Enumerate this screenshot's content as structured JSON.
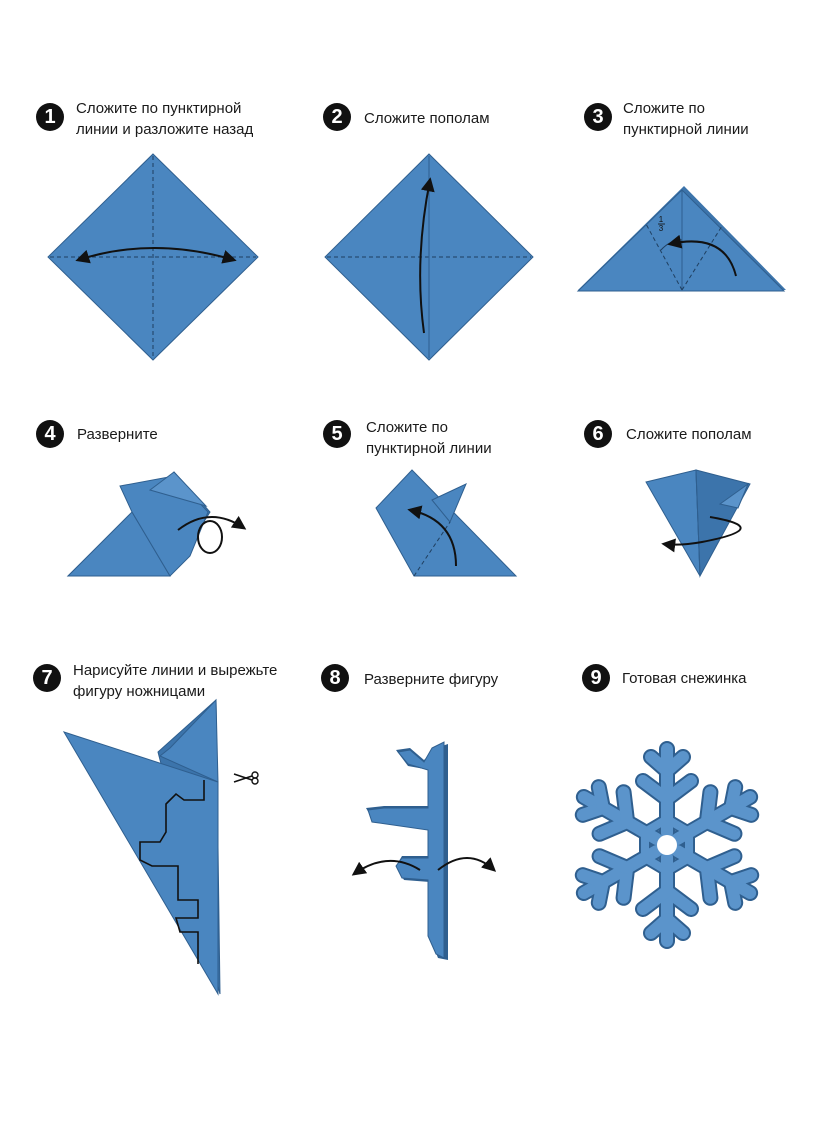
{
  "colors": {
    "paper": "#4a86c0",
    "paper_dark": "#2f5f8f",
    "edge": "#1f3f60",
    "text": "#1a1a1a"
  },
  "steps": [
    {
      "number": "1",
      "line1": "Сложите по пунктирной",
      "line2": "линии и разложите назад"
    },
    {
      "number": "2",
      "line1": "Сложите пополам",
      "line2": ""
    },
    {
      "number": "3",
      "line1": "Сложите по",
      "line2": "пунктирной линии"
    },
    {
      "number": "4",
      "line1": "Разверните",
      "line2": ""
    },
    {
      "number": "5",
      "line1": "Сложите по",
      "line2": "пунктирной линии"
    },
    {
      "number": "6",
      "line1": "Сложите пополам",
      "line2": ""
    },
    {
      "number": "7",
      "line1": "Нарисуйте линии и вырежьте",
      "line2": "фигуру ножницами"
    },
    {
      "number": "8",
      "line1": "Разверните фигуру",
      "line2": ""
    },
    {
      "number": "9",
      "line1": "Готовая снежинка",
      "line2": ""
    }
  ],
  "fraction_label": {
    "numerator": "1",
    "denominator": "3"
  },
  "icons": {
    "scissors": "scissors-icon",
    "arrow": "fold-arrow-icon"
  }
}
